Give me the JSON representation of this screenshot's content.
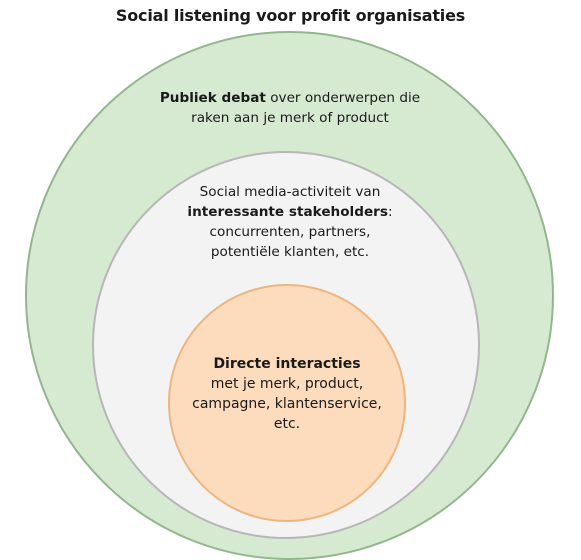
{
  "title": "Social listening voor profit organisaties",
  "outer": {
    "bold": "Publiek debat",
    "line1_rest": " over onderwerpen die",
    "line2": "raken aan je merk of product",
    "color": "#d6ead2"
  },
  "middle": {
    "line1": "Social media-activiteit van",
    "bold": "interessante stakeholders",
    "bold_suffix": ":",
    "line3": "concurrenten, partners,",
    "line4": "potentiële klanten, etc.",
    "color": "#f3f3f3"
  },
  "inner": {
    "bold": "Directe interacties",
    "line2": "met je merk, product,",
    "line3": "campagne, klantenservice,",
    "line4": "etc.",
    "color": "#fcdcbd"
  }
}
